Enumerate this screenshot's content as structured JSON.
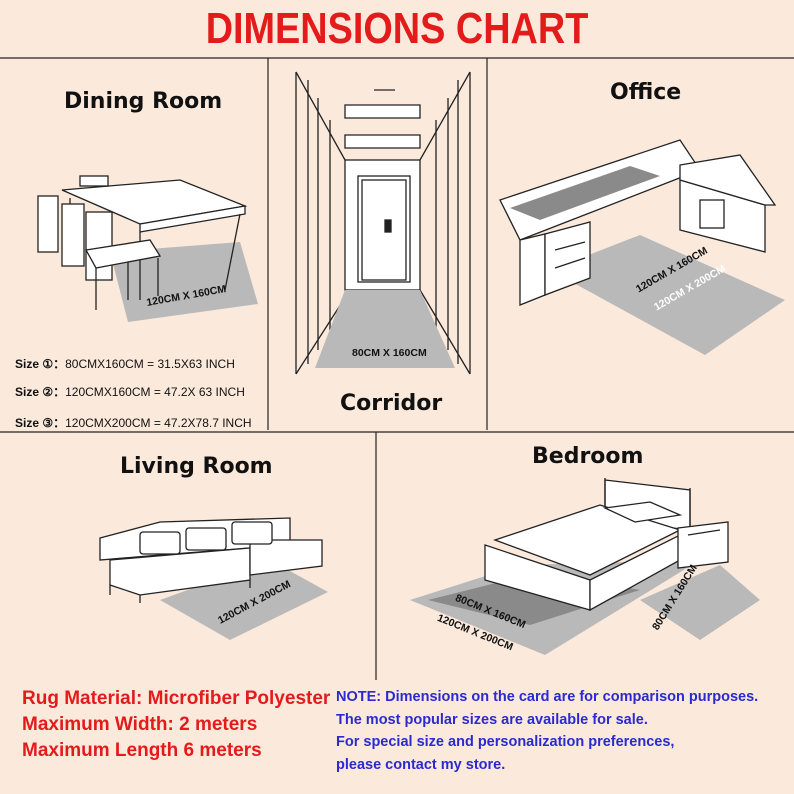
{
  "title": "DIMENSIONS CHART",
  "rooms": {
    "dining": "Dining Room",
    "corridor": "Corridor",
    "office": "Office",
    "living": "Living Room",
    "bedroom": "Bedroom"
  },
  "rug_labels": {
    "dining": "120CM X 160CM",
    "corridor": "80CM X 160CM",
    "office_1": "120CM X 160CM",
    "office_2": "120CM X 200CM",
    "living": "120CM X 200CM",
    "bedroom_1": "80CM X 160CM",
    "bedroom_2": "120CM X 200CM",
    "bedroom_side": "80CM X 160CM"
  },
  "sizes": [
    {
      "label": "Size ①：",
      "value": "80CMX160CM  = 31.5X63 INCH"
    },
    {
      "label": "Size ②：",
      "value": "120CMX160CM = 47.2X 63 INCH"
    },
    {
      "label": "Size ③：",
      "value": "120CMX200CM = 47.2X78.7 INCH"
    }
  ],
  "specs": [
    "Rug Material: Microfiber Polyester",
    "Maximum Width: 2 meters",
    "Maximum Length 6 meters"
  ],
  "note": [
    "NOTE: Dimensions on the card are for comparison purposes.",
    "The most popular sizes are available for sale.",
    "For special size and personalization preferences,",
    "please contact my store."
  ],
  "colors": {
    "title": "#e31b1b",
    "background": "#fbe9dc",
    "note": "#2a2ad0",
    "rug": "#b9b9b9"
  }
}
